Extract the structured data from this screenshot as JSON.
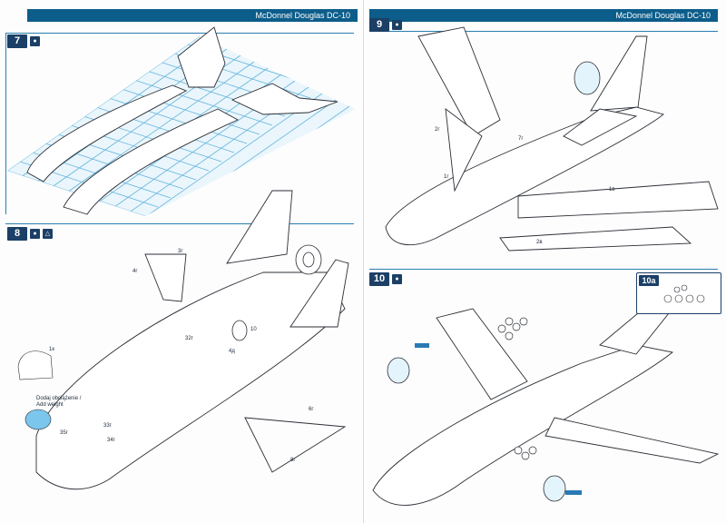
{
  "pages": {
    "left": {
      "header": "McDonnel Douglas DC-10"
    },
    "right": {
      "header": "McDonnel Douglas DC-10"
    }
  },
  "steps": [
    {
      "id": "7",
      "label": "7"
    },
    {
      "id": "8",
      "label": "8"
    },
    {
      "id": "9",
      "label": "9"
    },
    {
      "id": "10",
      "label": "10"
    },
    {
      "id": "10a",
      "label": "10a"
    }
  ],
  "symbols": {
    "glue": "●",
    "triangle": "△"
  },
  "callouts": {
    "ballast_note": "Dodaj obciążenie /\nAdd weight",
    "part_10": "10",
    "part_1k": "1к",
    "part_3r": "3г",
    "part_4r": "4г",
    "part_32r": "32г",
    "part_33r": "33г",
    "part_34r": "34г",
    "part_35r": "35г",
    "part_4g": "4д",
    "part_6r": "6г",
    "part_8r": "8г",
    "part_2r": "2г",
    "part_7r": "7г",
    "part_1r": "1г",
    "part_1b": "1в",
    "part_2b": "2в"
  },
  "colors": {
    "header_bg": "#0d5d8a",
    "step_bg": "#1b3f66",
    "grid": "#63b4dd",
    "highlight": "#7bc6ec",
    "line": "#2b2f36"
  }
}
